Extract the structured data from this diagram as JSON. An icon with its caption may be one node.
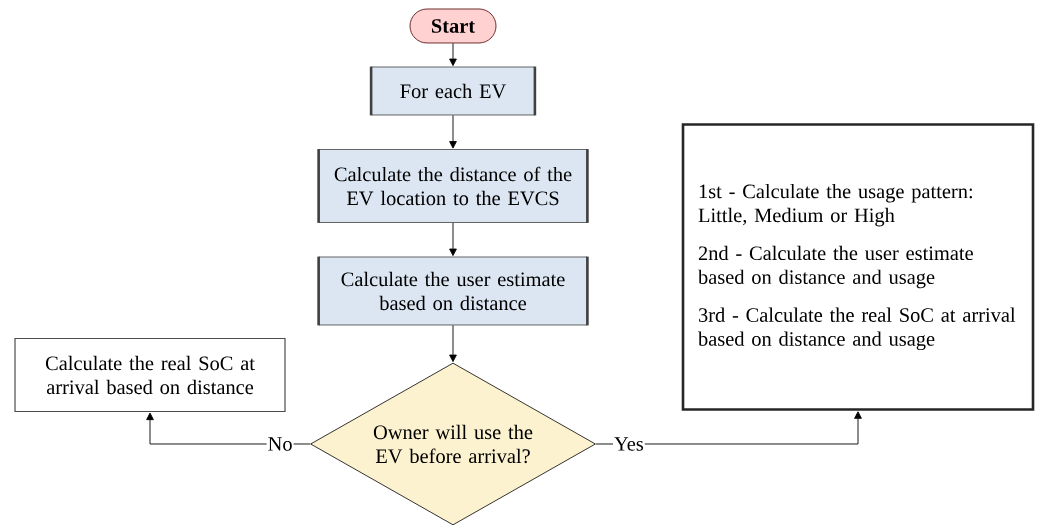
{
  "diagram": {
    "nodes": [
      {
        "text": [
          "Start"
        ]
      },
      {
        "text": [
          "For each EV"
        ]
      },
      {
        "text": [
          "Calculate the distance of the EV location to the EVCS"
        ]
      },
      {
        "text": [
          "Calculate the user estimate based on distance"
        ]
      },
      {
        "text": [
          "Owner will use the EV before arrival?"
        ]
      },
      {
        "text": [
          "Calculate the real SoC at arrival based on distance"
        ]
      },
      {
        "text": [
          "1st - Calculate the usage pattern: Little, Medium or High",
          "2nd - Calculate the user estimate based on distance and usage",
          "3rd - Calculate the real SoC at arrival based on distance and usage"
        ]
      }
    ],
    "edges": [
      {
        "from": 0,
        "to": 1,
        "arrow": "to"
      },
      {
        "from": 1,
        "to": 2,
        "arrow": "to"
      },
      {
        "from": 2,
        "to": 3,
        "arrow": "to"
      },
      {
        "from": 3,
        "to": 4,
        "arrow": "to"
      },
      {
        "from": 4,
        "to": 5,
        "arrow": "to",
        "label": "No"
      },
      {
        "from": 4,
        "to": 6,
        "arrow": "to",
        "label": "Yes"
      }
    ]
  }
}
